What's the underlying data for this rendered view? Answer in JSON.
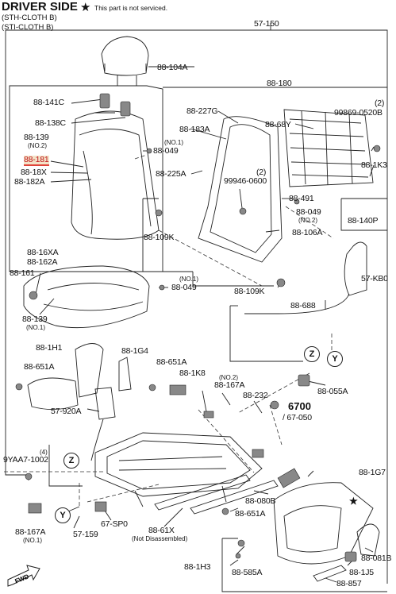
{
  "header": {
    "title": "DRIVER SIDE",
    "star": "★",
    "notice": "This part is not serviced.",
    "variant_1": "(STH-CLOTH B)",
    "variant_2": "(STI-CLOTH B)"
  },
  "callouts": {
    "c57_150": "57-150",
    "c88_104A": "88-104A",
    "c88_180": "88-180",
    "c88_141C": "88-141C",
    "c88_227G": "88-227G",
    "c2a": "(2)",
    "c99869": "99869-0520B",
    "c88_138C": "88-138C",
    "c88_183A": "88-183A",
    "c88_68Y": "88-68Y",
    "c88_139a": "88-139",
    "c_no2a": "(NO.2)",
    "c_no1a": "(NO.1)",
    "c88_049a": "88-049",
    "c88_181": "88-181",
    "c88_1K3": "88-1K3",
    "c88_18X": "88-18X",
    "c88_225A": "88-225A",
    "c2b": "(2)",
    "c99946": "99946-0600",
    "c88_182A": "88-182A",
    "c88_491": "88-491",
    "c88_049b": "88-049",
    "c_no2b": "(NO.2)",
    "c88_140P": "88-140P",
    "c88_109K": "88-109K",
    "c88_106A": "88-106A",
    "c88_16XA": "88-16XA",
    "c88_162A": "88-162A",
    "c88_161": "88-161",
    "c57_KB0": "57-KB0",
    "c_no1b": "(NO.1)",
    "c88_049c": "88-049",
    "c88_109K2": "88-109K",
    "c88_688": "88-688",
    "c88_139b": "88-139",
    "c_no1c": "(NO.1)",
    "c88_1H1": "88-1H1",
    "c88_1G4": "88-1G4",
    "cZ": "Z",
    "cY": "Y",
    "c88_651Aa": "88-651A",
    "c88_651Ab": "88-651A",
    "c88_1K8": "88-1K8",
    "c88_055A": "88-055A",
    "c_no2c": "(NO.2)",
    "c88_167A": "88-167A",
    "c88_232": "88-232",
    "c6700": "6700",
    "c67_050": "/ 67-050",
    "c57_920A": "57-920A",
    "c4": "(4)",
    "c9YAA7": "9YAA7-1002",
    "cZ2": "Z",
    "c88_1G7": "88-1G7",
    "c88_080B": "88-080B",
    "cY2": "Y",
    "c88_651Ac": "88-651A",
    "c88_167A2": "88-167A",
    "c_no1d": "(NO.1)",
    "c67_SP0": "67-SP0",
    "c57_159": "57-159",
    "c88_61X": "88-61X",
    "c_notdis": "(Not Disassembled)",
    "c88_081B": "88-081B",
    "c88_1H3": "88-1H3",
    "c88_585A": "88-585A",
    "c88_1J5": "88-1J5",
    "c88_857": "88-857",
    "c_star2": "★",
    "fwd": "FWD"
  }
}
